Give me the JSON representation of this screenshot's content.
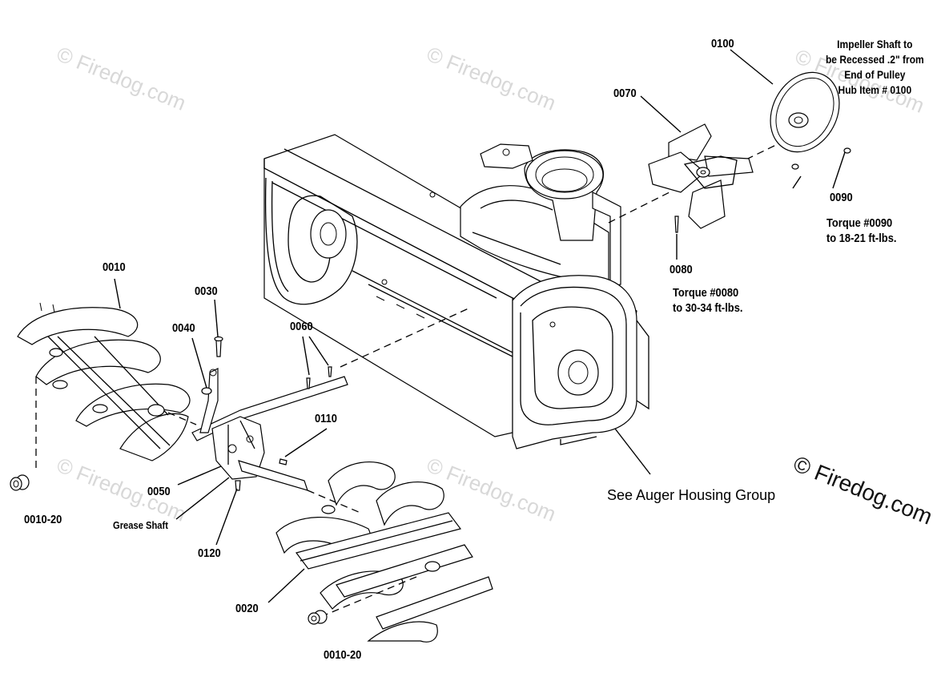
{
  "diagram": {
    "callouts": {
      "p0010": "0010",
      "p0010_20_left": "0010-20",
      "p0010_20_bottom": "0010-20",
      "p0020": "0020",
      "p0030": "0030",
      "p0040": "0040",
      "p0050": "0050",
      "p0060": "0060",
      "p0070": "0070",
      "p0080": "0080",
      "p0090": "0090",
      "p0100": "0100",
      "p0110": "0110",
      "p0120": "0120"
    },
    "notes": {
      "grease_shaft": "Grease Shaft",
      "torque_0080_line1": "Torque #0080",
      "torque_0080_line2": "to 30-34 ft-lbs.",
      "torque_0090_line1": "Torque #0090",
      "torque_0090_line2": "to 18-21 ft-lbs.",
      "impeller_line1": "Impeller Shaft to",
      "impeller_line2": "be Recessed .2\" from",
      "impeller_line3": "End of Pulley",
      "impeller_line4": "Hub Item # 0100",
      "see_housing": "See Auger Housing Group"
    },
    "watermark": "© Firedog.com",
    "brand": "© Firedog.com"
  }
}
